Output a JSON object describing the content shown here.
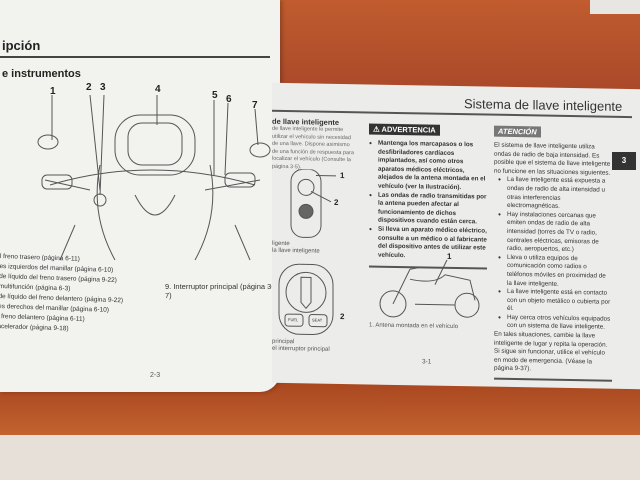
{
  "left_page": {
    "header": "ipción",
    "subheader": "e instrumentos",
    "callouts": [
      "1",
      "2",
      "3",
      "4",
      "5",
      "6",
      "7"
    ],
    "list": [
      "l freno trasero (página 6-11)",
      "es izquierdos del manillar (página 6-10)",
      "de líquido del freno trasero (página 9-22)",
      "multifunción (página 6-3)",
      "de líquido del freno delantero (página 9-22)",
      "es derechos del manillar (página 6-10)",
      "l freno delantero (página 6-11)",
      "acelerador (página 9-18)"
    ],
    "item9": "9. Interruptor principal (página 3-7)",
    "page_number": "2-3"
  },
  "right_page": {
    "title": "Sistema de llave inteligente",
    "tab": "3",
    "page_number": "3-1",
    "col1": {
      "heading": "de llave inteligente",
      "text": "de llave inteligente le permite utilizar el vehículo sin necesidad de una llave. Dispone asimismo de una función de respuesta para localizar el vehículo (Consulte la página 3-5).",
      "callouts": [
        "1",
        "2"
      ],
      "cap1a": "ligente",
      "cap1b": "la llave inteligente",
      "cap2a": "principal",
      "cap2b": "el interruptor principal",
      "btn_left": "FUEL",
      "btn_right": "SEAT"
    },
    "col2": {
      "heading": "ADVERTENCIA",
      "bullets": [
        "Mantenga los marcapasos o los desfibriladores cardíacos implantados, así como otros aparatos médicos eléctricos, alejados de la antena montada en el vehículo (ver la ilustración).",
        "Las ondas de radio transmitidas por la antena pueden afectar al funcionamiento de dichos dispositivos cuando están cerca.",
        "Si lleva un aparato médico eléctrico, consulte a un médico o al fabricante del dispositivo antes de utilizar este vehículo."
      ],
      "callout": "1",
      "caption": "1. Antena montada en el vehículo"
    },
    "col3": {
      "heading": "ATENCIÓN",
      "intro": "El sistema de llave inteligente utiliza ondas de radio de baja intensidad. Es posible que el sistema de llave inteligente no funcione en las situaciones siguientes.",
      "bullets": [
        "La llave inteligente está expuesta a ondas de radio de alta intensidad u otras interferencias electromagnéticas.",
        "Hay instalaciones cercanas que emiten ondas de radio de alta intensidad (torres de TV o radio, centrales eléctricas, emisoras de radio, aeropuertos, etc.)",
        "Lleva o utiliza equipos de comunicación como radios o teléfonos móviles en proximidad de la llave inteligente.",
        "La llave inteligente está en contacto con un objeto metálico o cubierta por él.",
        "Hay cerca otros vehículos equipados con un sistema de llave inteligente."
      ],
      "outro": "En tales situaciones, cambie la llave inteligente de lugar y repita la operación. Si sigue sin funcionar, utilice el vehículo en modo de emergencia. (Véase la página 9-37)."
    }
  }
}
